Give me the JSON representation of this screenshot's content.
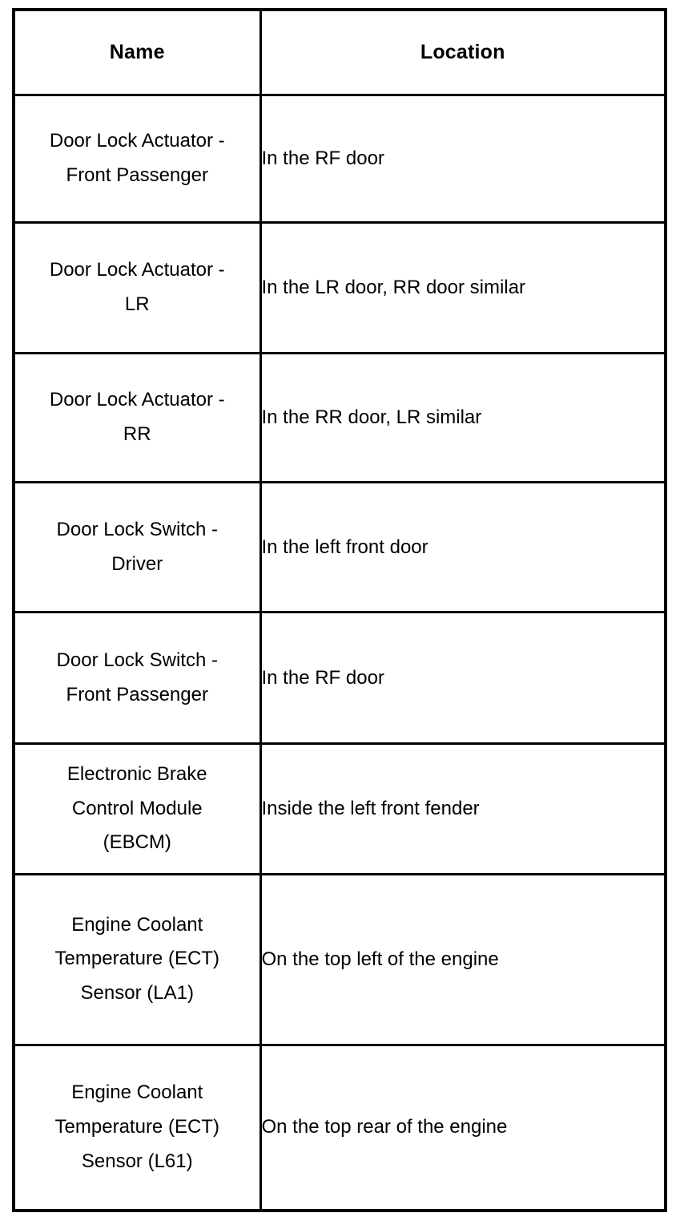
{
  "document": {
    "type": "table",
    "background_color": "#ffffff",
    "text_color": "#000000",
    "border_color": "#000000"
  },
  "table": {
    "name": "component-location-table",
    "columns": [
      {
        "key": "name",
        "label": "Name",
        "align": "center"
      },
      {
        "key": "location",
        "label": "Location",
        "align": "left"
      }
    ],
    "rows": [
      {
        "name": "Door Lock Actuator - Front Passenger",
        "name_lines": [
          "Door Lock Actuator -",
          "Front Passenger"
        ],
        "location": "In the RF door"
      },
      {
        "name": "Door Lock Actuator - LR",
        "name_lines": [
          "Door Lock Actuator -",
          "LR"
        ],
        "location": "In the LR door, RR door similar"
      },
      {
        "name": "Door Lock Actuator - RR",
        "name_lines": [
          "Door Lock Actuator -",
          "RR"
        ],
        "location": "In the RR door, LR similar"
      },
      {
        "name": "Door Lock Switch - Driver",
        "name_lines": [
          "Door Lock Switch -",
          "Driver"
        ],
        "location": "In the left front door"
      },
      {
        "name": "Door Lock Switch - Front Passenger",
        "name_lines": [
          "Door Lock Switch -",
          "Front Passenger"
        ],
        "location": "In the RF door"
      },
      {
        "name": "Electronic Brake Control Module (EBCM)",
        "name_lines": [
          "Electronic Brake",
          "Control Module",
          "(EBCM)"
        ],
        "location": "Inside the left front fender"
      },
      {
        "name": "Engine Coolant Temperature (ECT) Sensor (LA1)",
        "name_lines": [
          "Engine Coolant",
          "Temperature (ECT)",
          "Sensor (LA1)"
        ],
        "location": "On the top left of the engine"
      },
      {
        "name": "Engine Coolant Temperature (ECT) Sensor (L61)",
        "name_lines": [
          "Engine Coolant",
          "Temperature (ECT)",
          "Sensor (L61)"
        ],
        "location": "On the top rear of the engine"
      }
    ]
  }
}
